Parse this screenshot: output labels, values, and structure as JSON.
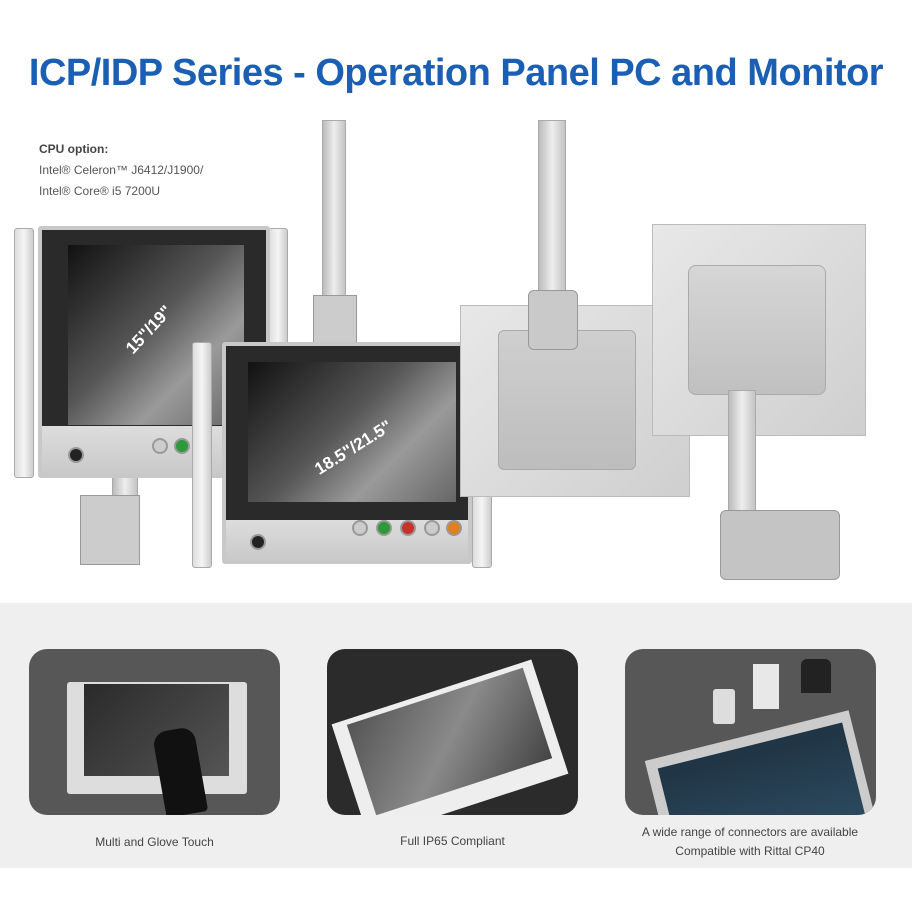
{
  "title": "ICP/IDP Series - Operation Panel PC and Monitor",
  "cpu": {
    "heading": "CPU option:",
    "line1": "Intel® Celeron™ J6412/J1900/",
    "line2": "Intel® Core® i5 7200U"
  },
  "sizes": {
    "small": "15\"/19\"",
    "large": "18.5\"/21.5\""
  },
  "features": [
    {
      "caption": "Multi and Glove Touch"
    },
    {
      "caption": "Full IP65 Compliant"
    },
    {
      "caption_line1": "A wide range of connectors are available",
      "caption_line2": "Compatible with Rittal CP40"
    }
  ],
  "colors": {
    "title": "#1a5fb4",
    "band": "#efefef",
    "card": "#585757"
  }
}
